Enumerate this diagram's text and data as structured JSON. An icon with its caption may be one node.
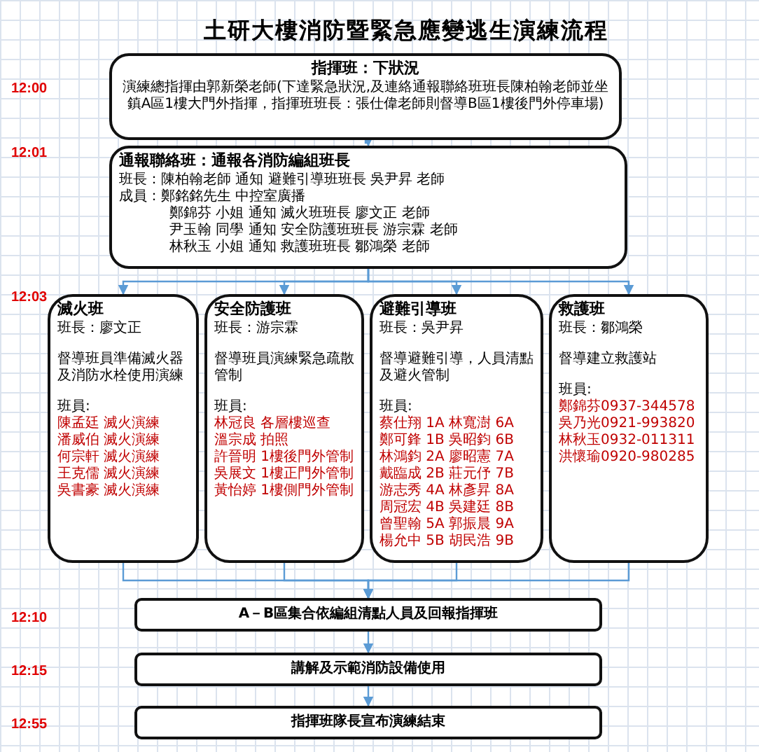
{
  "diagram": {
    "title": "土研大樓消防暨緊急應變逃生演練流程",
    "nodes": [
      {
        "text": [
          "指揮班：下狀況",
          "演練總指揮由郭新榮老師(下達緊急狀況,及連絡通報聯絡班班長陳柏翰老師並坐鎮A區1樓大門外指揮，指揮班班長：張仕偉老師則督導B區1樓後門外停車場)"
        ]
      },
      {
        "text": [
          "通報聯絡班：通報各消防編組班長",
          "班長：陳柏翰老師 通知 避難引導班班長 吳尹昇 老師",
          "成員：鄭銘銘先生 中控室廣播",
          "鄭錦芬 小姐 通知 滅火班班長 廖文正 老師",
          "尹玉翰 同學 通知 安全防護班班長 游宗霖 老師",
          "林秋玉 小姐 通知 救護班班長 鄒鴻榮 老師"
        ]
      },
      {
        "text": [
          "滅火班",
          "班長：廖文正",
          "督導班員準備滅火器及消防水栓使用演練",
          "班員:",
          "陳孟廷 滅火演練",
          "潘威伯 滅火演練",
          "何宗軒 滅火演練",
          "王克儒 滅火演練",
          "吳書豪 滅火演練"
        ]
      },
      {
        "text": [
          "安全防護班",
          "班長：游宗霖",
          "督導班員演練緊急疏散管制",
          "班員:",
          "林冠良 各層樓巡查",
          "溫宗成 拍照",
          "許晉明 1樓後門外管制",
          "吳展文 1樓正門外管制",
          "黃怡婷 1樓側門外管制"
        ]
      },
      {
        "text": [
          "避難引導班",
          "班長：吳尹昇",
          "督導避難引導，人員清點及避火管制",
          "班員:",
          "蔡仕翔 1A 林寬澍 6A",
          "鄭可鋒 1B 吳昭鈞 6B",
          "林鴻鈞 2A 廖昭憲 7A",
          "戴臨成 2B 莊元伃 7B",
          "游志秀 4A 林彥昇 8A",
          "周冠宏 4B 吳建廷 8B",
          "曾聖翰 5A 郭振晨 9A",
          "楊允中 5B 胡民浩 9B"
        ]
      },
      {
        "text": [
          "救護班",
          "班長：鄒鴻榮",
          "督導建立救護站",
          "班員:",
          "鄭錦芬0937-344578",
          "吳乃光0921-993820",
          "林秋玉0932-011311",
          "洪懷瑜0920-980285"
        ]
      },
      {
        "text": [
          "A－B區集合依編組清點人員及回報指揮班"
        ]
      },
      {
        "text": [
          "講解及示範消防設備使用"
        ]
      },
      {
        "text": [
          "指揮班隊長宣布演練結束"
        ]
      }
    ],
    "edges": [
      {
        "from": 0,
        "to": 1,
        "arrow": "to"
      },
      {
        "from": 1,
        "to": 2,
        "arrow": "to"
      },
      {
        "from": 1,
        "to": 3,
        "arrow": "to"
      },
      {
        "from": 1,
        "to": 4,
        "arrow": "to"
      },
      {
        "from": 1,
        "to": 5,
        "arrow": "to"
      },
      {
        "from": 2,
        "to": 6,
        "arrow": "to"
      },
      {
        "from": 3,
        "to": 6,
        "arrow": "to"
      },
      {
        "from": 4,
        "to": 6,
        "arrow": "to"
      },
      {
        "from": 5,
        "to": 6,
        "arrow": "to"
      },
      {
        "from": 6,
        "to": 7,
        "arrow": "to"
      },
      {
        "from": 7,
        "to": 8,
        "arrow": "to"
      }
    ],
    "labels": [
      "12:00",
      "12:01",
      "12:03",
      "12:10",
      "12:15",
      "12:55"
    ]
  }
}
